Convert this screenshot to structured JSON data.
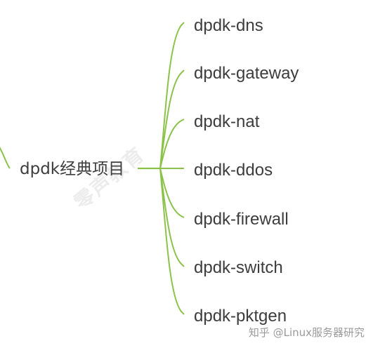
{
  "mindmap": {
    "root": "dpdk经典项目",
    "branch_color": "#8bc34a",
    "children": [
      "dpdk-dns",
      "dpdk-gateway",
      "dpdk-nat",
      "dpdk-ddos",
      "dpdk-firewall",
      "dpdk-switch",
      "dpdk-pktgen"
    ]
  },
  "watermark": "零声教育",
  "credit": "知乎 @Linux服务器研究"
}
